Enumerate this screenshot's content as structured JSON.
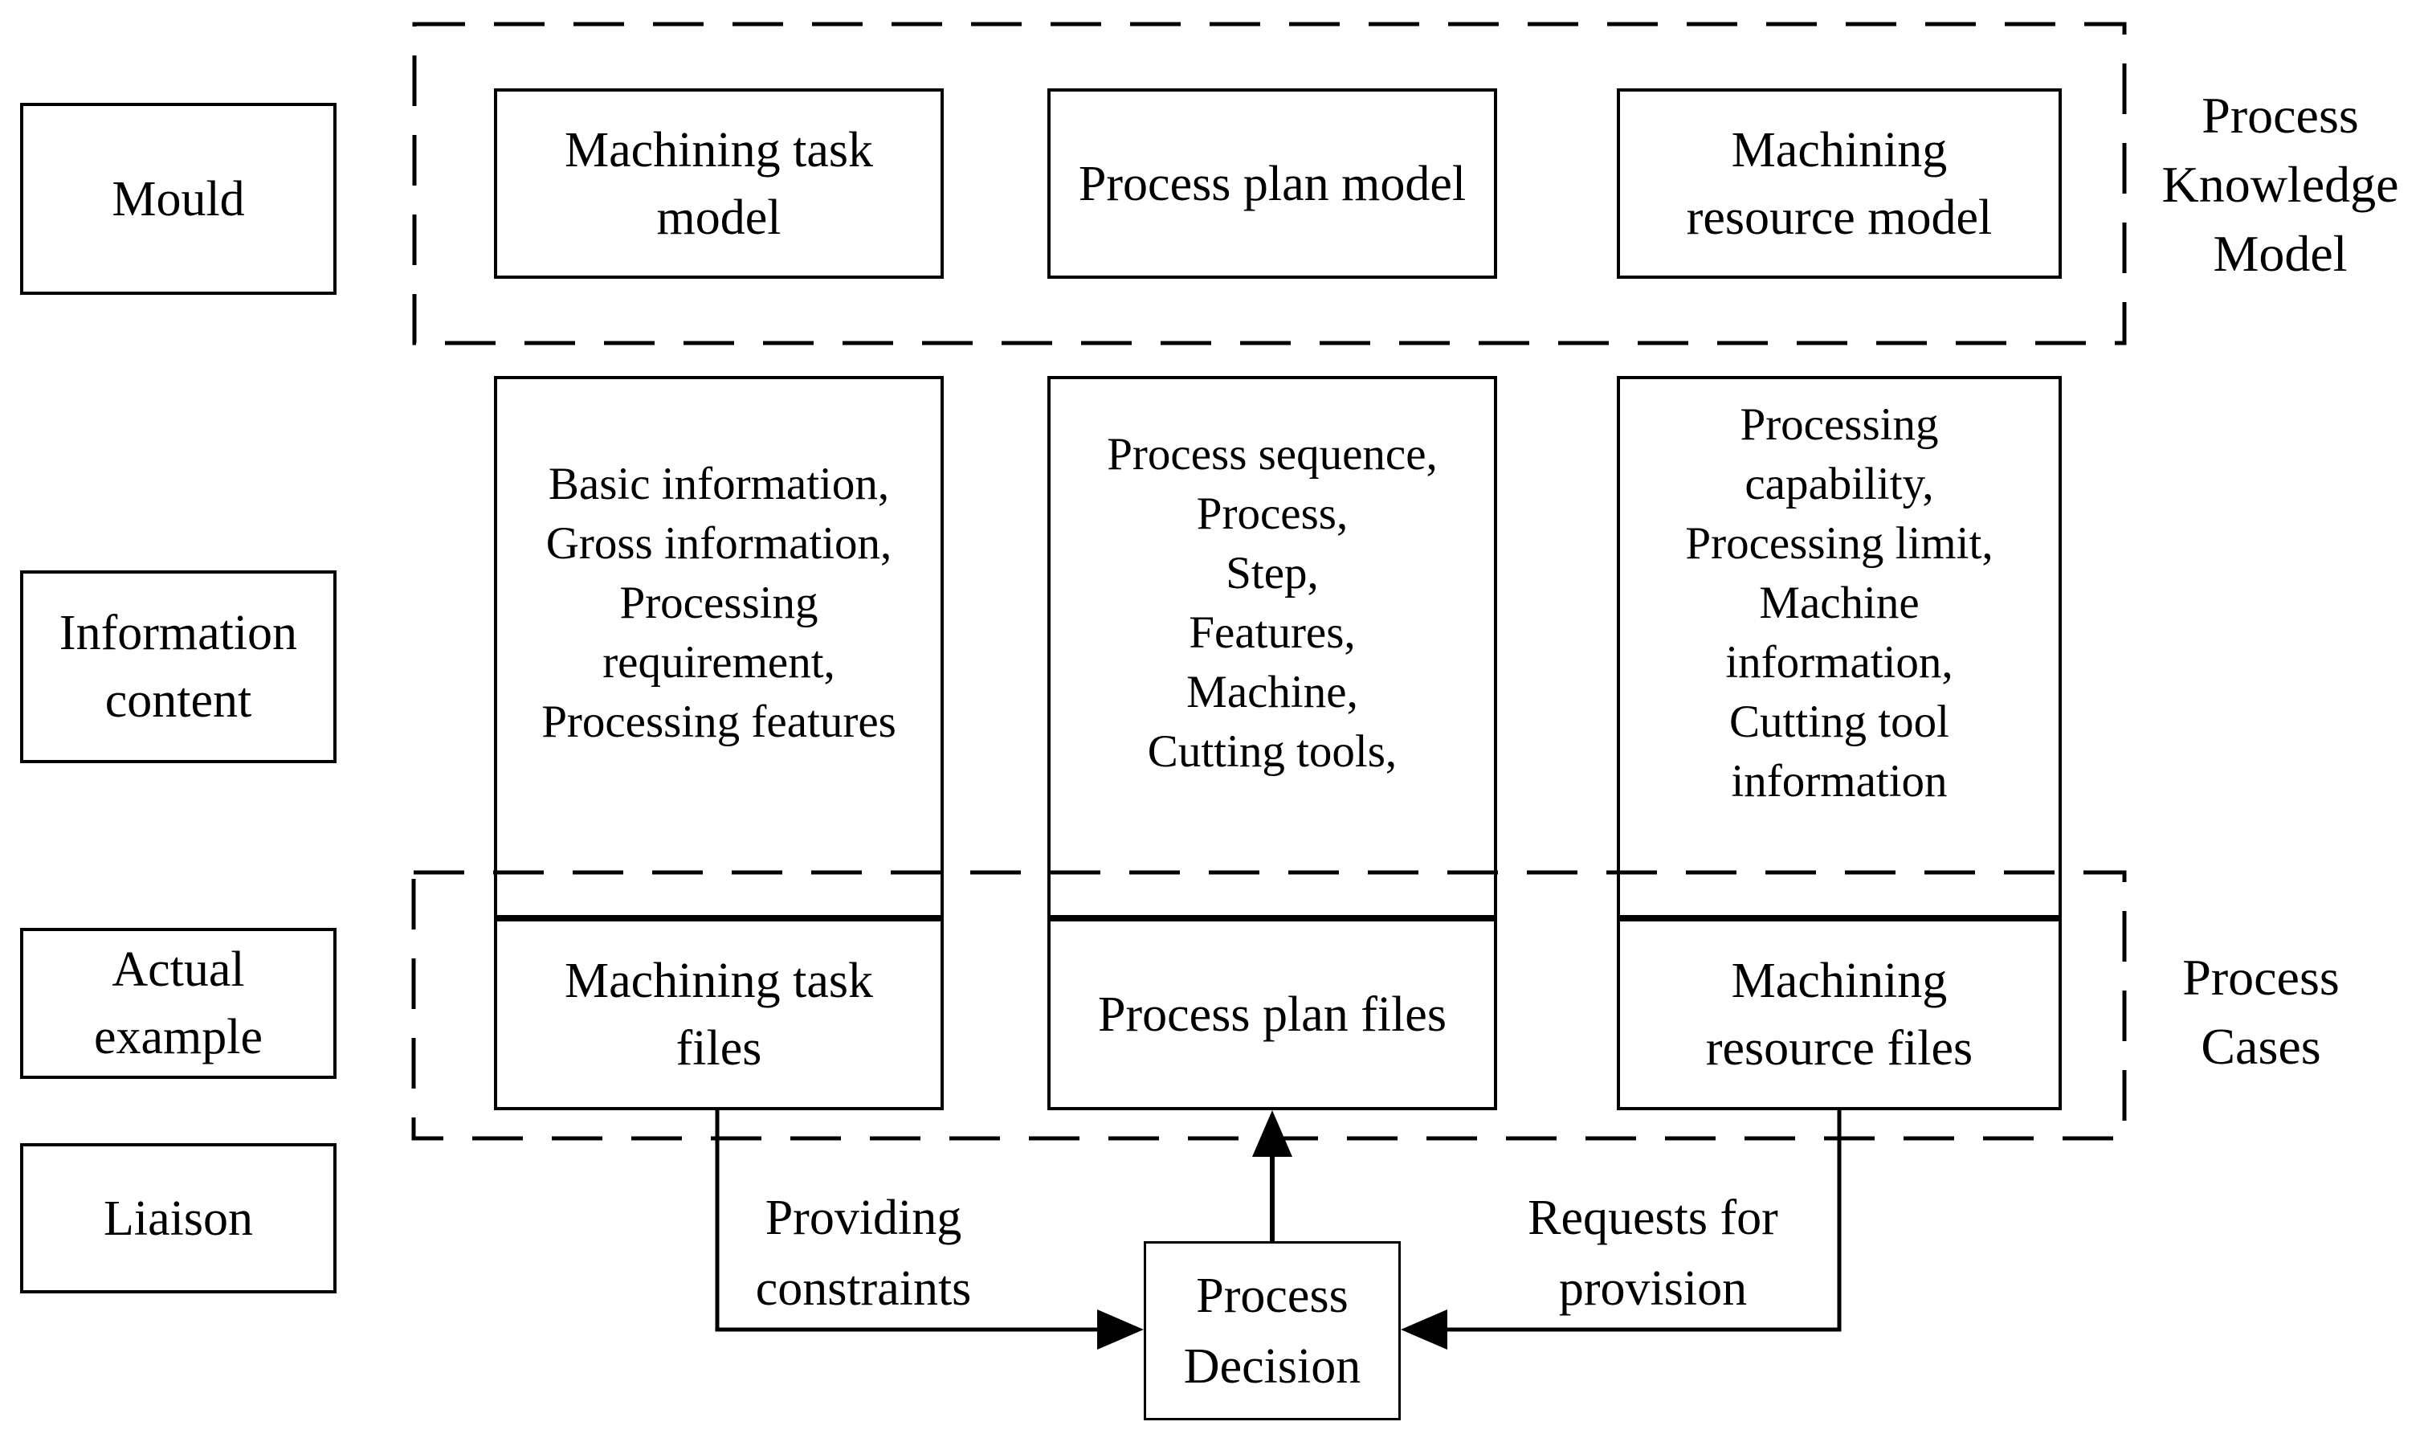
{
  "figure": {
    "row_labels": {
      "mould": "Mould",
      "information_content": "Information\ncontent",
      "actual_example": "Actual\nexample",
      "liaison": "Liaison"
    },
    "process_knowledge_model": {
      "label": "Process\nKnowledge\nModel",
      "models": [
        "Machining task\nmodel",
        "Process plan model",
        "Machining\nresource model"
      ]
    },
    "information_content": [
      "Basic information,\nGross information,\nProcessing\nrequirement,\nProcessing features",
      "Process sequence,\nProcess,\nStep,\nFeatures,\nMachine,\nCutting tools,",
      "Processing\ncapability,\nProcessing limit,\nMachine\ninformation,\nCutting tool\ninformation"
    ],
    "process_cases": {
      "label": "Process\nCases",
      "files": [
        "Machining task\nfiles",
        "Process plan files",
        "Machining\nresource files"
      ]
    },
    "flow": {
      "providing_label": "Providing\nconstraints",
      "requests_label": "Requests for\nprovision",
      "decision_label": "Process\nDecision"
    }
  }
}
